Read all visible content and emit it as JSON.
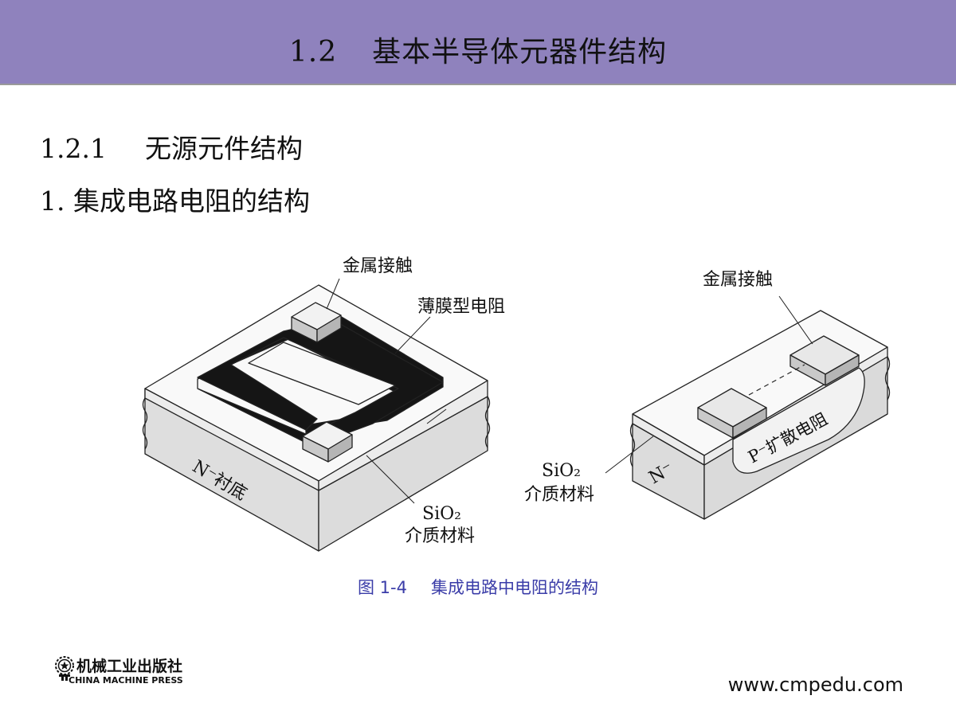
{
  "header": {
    "section_number": "1.2",
    "section_title": "基本半导体元器件结构"
  },
  "content": {
    "subsection_number": "1.2.1",
    "subsection_title": "无源元件结构",
    "item_title": "1. 集成电路电阻的结构"
  },
  "figure": {
    "left": {
      "label_contact": "金属接触",
      "label_film": "薄膜型电阻",
      "label_substrate": "N⁻衬底",
      "label_sio2": "SiO₂",
      "label_dielectric": "介质材料"
    },
    "right": {
      "label_contact": "金属接触",
      "label_diffusion": "P⁻扩散电阻",
      "label_n": "N⁻",
      "label_sio2": "SiO₂",
      "label_dielectric": "介质材料"
    },
    "caption_number": "图 1-4",
    "caption_text": "集成电路中电阻的结构"
  },
  "footer": {
    "publisher_cn": "机械工业出版社",
    "publisher_en": "CHINA MACHINE PRESS",
    "website": "www.cmpedu.com",
    "logo_icon": "gear-star-icon"
  },
  "colors": {
    "title_bar": "#8f82bd",
    "caption": "#3a3ca8"
  }
}
